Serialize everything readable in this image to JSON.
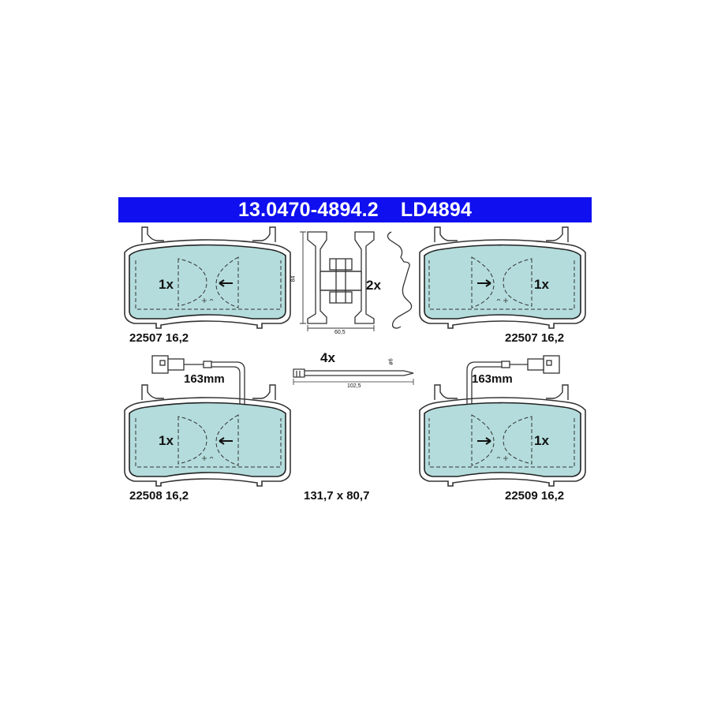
{
  "header": {
    "part_number": "13.0470-4894.2",
    "code": "LD4894",
    "background_color": "#0f0ff0"
  },
  "pad_fill_color": "#b4dcdc",
  "pads": [
    {
      "qty": "1x",
      "ref": "22507 16,2",
      "has_sensor": false
    },
    {
      "qty": "1x",
      "ref": "22507 16,2",
      "has_sensor": false
    },
    {
      "qty": "1x",
      "ref": "22508 16,2",
      "has_sensor": true,
      "sensor_length": "163mm"
    },
    {
      "qty": "1x",
      "ref": "22509 16,2",
      "has_sensor": true,
      "sensor_length": "163mm"
    }
  ],
  "spring": {
    "qty": "2x",
    "height": "84",
    "width": "60,5"
  },
  "pin": {
    "qty": "4x",
    "length": "102,5",
    "diameter": "ø6"
  },
  "dimensions": "131,7 x 80,7"
}
